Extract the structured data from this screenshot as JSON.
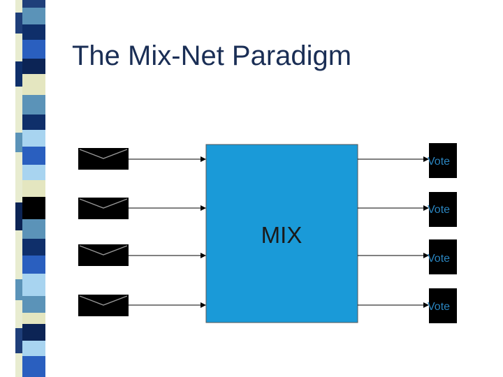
{
  "slide": {
    "title": "The Mix-Net Paradigm"
  },
  "diagram": {
    "mix_label": "MIX",
    "vote_labels": [
      "Vote",
      "Vote",
      "Vote",
      "Vote"
    ],
    "envelope_count": 4
  },
  "colors": {
    "title": "#1a2e55",
    "mix_box": "#1a9ad8",
    "vote_text": "#2a85c0",
    "envelope": "#000000",
    "arrow": "#000000"
  }
}
